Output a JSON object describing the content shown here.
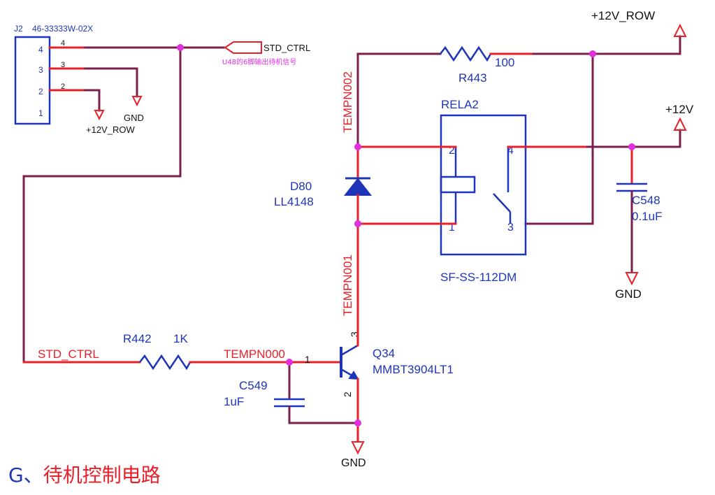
{
  "connector": {
    "ref": "J2",
    "part": "46-33333W-02X",
    "pins": [
      "4",
      "3",
      "2",
      "1"
    ]
  },
  "nets": {
    "std_ctrl_port": "STD_CTRL",
    "std_ctrl_note": "U48的6脚输出待机信号",
    "std_ctrl_wire": "STD_CTRL",
    "gnd": "GND",
    "v12_row": "+12V_ROW",
    "v12": "+12V",
    "tempn000": "TEMPN000",
    "tempn001": "TEMPN001",
    "tempn002": "TEMPN002"
  },
  "parts": {
    "r443": {
      "ref": "R443",
      "value": "100"
    },
    "r442": {
      "ref": "R442",
      "value": "1K"
    },
    "d80": {
      "ref": "D80",
      "value": "LL4148"
    },
    "rela2": {
      "ref": "RELA2",
      "value": "SF-SS-112DM",
      "pins": [
        "2",
        "4",
        "1",
        "3"
      ]
    },
    "c548": {
      "ref": "C548",
      "value": "0.1uF"
    },
    "c549": {
      "ref": "C549",
      "value": "1uF"
    },
    "q34": {
      "ref": "Q34",
      "value": "MMBT3904LT1",
      "pins": [
        "1",
        "2",
        "3"
      ]
    }
  },
  "caption": {
    "letter": "G、",
    "title": "待机控制电路"
  }
}
